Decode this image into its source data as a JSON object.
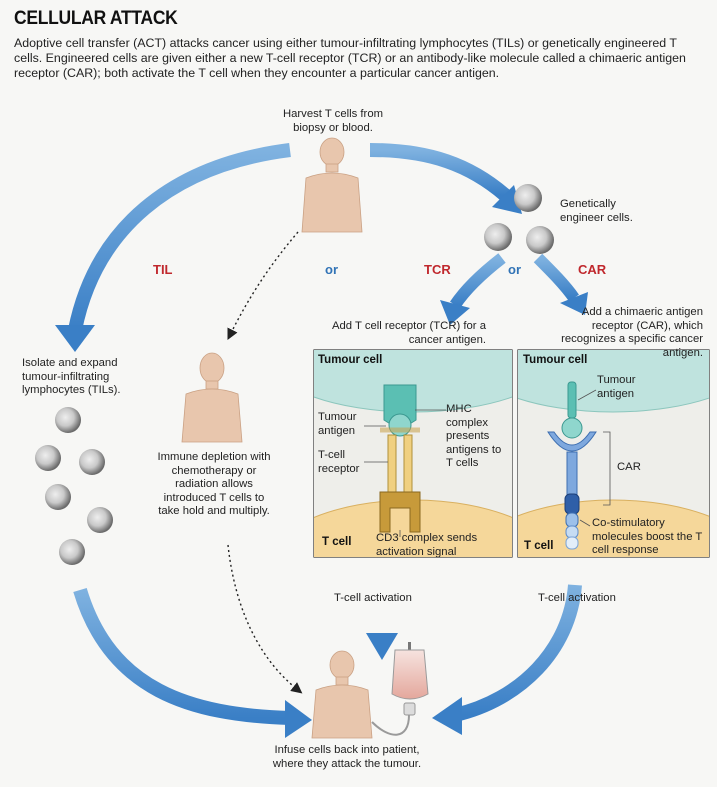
{
  "title": "CELLULAR ATTACK",
  "intro": "Adoptive cell transfer (ACT) attacks cancer using either tumour-infiltrating lymphocytes (TILs) or genetically engineered T cells. Engineered cells are given either a new T-cell receptor (TCR) or an antibody-like molecule called a chimaeric antigen receptor (CAR); both activate the T cell when they encounter a particular cancer antigen.",
  "steps": {
    "harvest": "Harvest T cells from biopsy or blood.",
    "engineer": "Genetically engineer cells.",
    "isolate": "Isolate and expand tumour-infiltrating lymphocytes (TILs).",
    "depletion": "Immune depletion with chemotherapy or radiation allows introduced T cells to take hold and multiply.",
    "add_tcr": "Add T cell receptor (TCR) for a cancer antigen.",
    "add_car": "Add a chimaeric antigen receptor (CAR), which recognizes a specific cancer antigen.",
    "infuse": "Infuse cells back into patient, where they attack the tumour."
  },
  "branches": {
    "til": "TIL",
    "tcr": "TCR",
    "car": "CAR",
    "or_left": "or",
    "or_right": "or"
  },
  "tcr_panel": {
    "tumour_cell": "Tumour cell",
    "tumour_antigen": "Tumour antigen",
    "mhc": "MHC complex presents antigens to T cells",
    "receptor": "T-cell receptor",
    "cd3": "CD3 complex sends activation signal",
    "t_cell": "T cell"
  },
  "car_panel": {
    "tumour_cell": "Tumour cell",
    "tumour_antigen": "Tumour antigen",
    "car": "CAR",
    "costim": "Co-stimulatory molecules boost the T cell response",
    "t_cell": "T cell"
  },
  "activation_left": "T-cell activation",
  "activation_right": "T-cell activation",
  "colors": {
    "arrow": "#4a8fd0",
    "tcr_red": "#c0282d",
    "or_blue": "#3173b6",
    "tumour": "#bfe3de",
    "tcell": "#f5d79a",
    "body": "#e8c6ad"
  }
}
